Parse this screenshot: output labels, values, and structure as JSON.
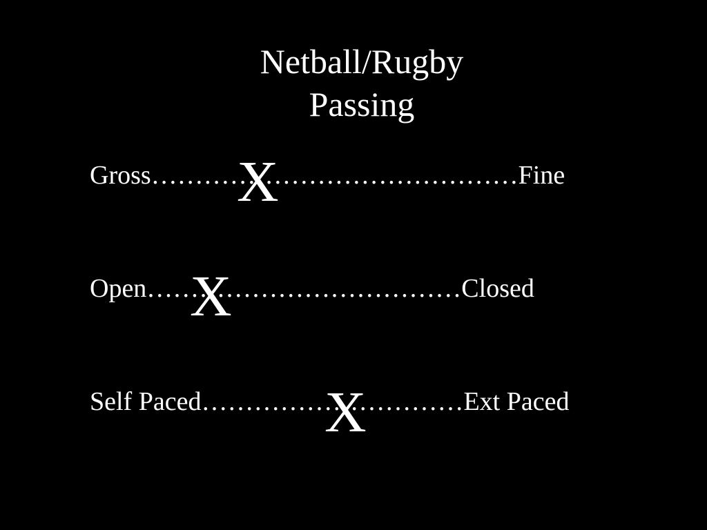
{
  "slide": {
    "title_line1": "Netball/Rugby",
    "title_line2": "Passing",
    "rows": [
      {
        "text": "Gross……………………………………Fine",
        "mark": "X"
      },
      {
        "text": "Open………………………………Closed",
        "mark": "X"
      },
      {
        "text": "Self Paced…………………………Ext Paced",
        "mark": "X"
      }
    ]
  }
}
